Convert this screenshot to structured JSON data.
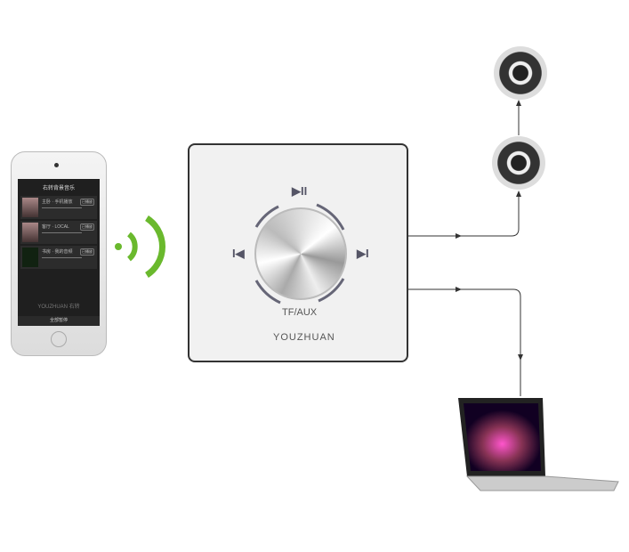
{
  "phone": {
    "app_title": "右转背景音乐",
    "rows": [
      {
        "zone": "主卧 · 手机播放",
        "tag": "已播放"
      },
      {
        "zone": "客厅 · LOCAL",
        "tag": "已播放"
      },
      {
        "zone": "书房 · 我的音频",
        "tag": "已播放"
      }
    ],
    "brand": "YOUZHUAN 右转",
    "footer": "全部暂停"
  },
  "panel": {
    "play_pause": "▶II",
    "prev": "I◀",
    "next": "▶I",
    "source_label": "TF/AUX",
    "brand": "YOUZHUAN"
  },
  "colors": {
    "wifi": "#6ab92d",
    "line": "#333333"
  }
}
